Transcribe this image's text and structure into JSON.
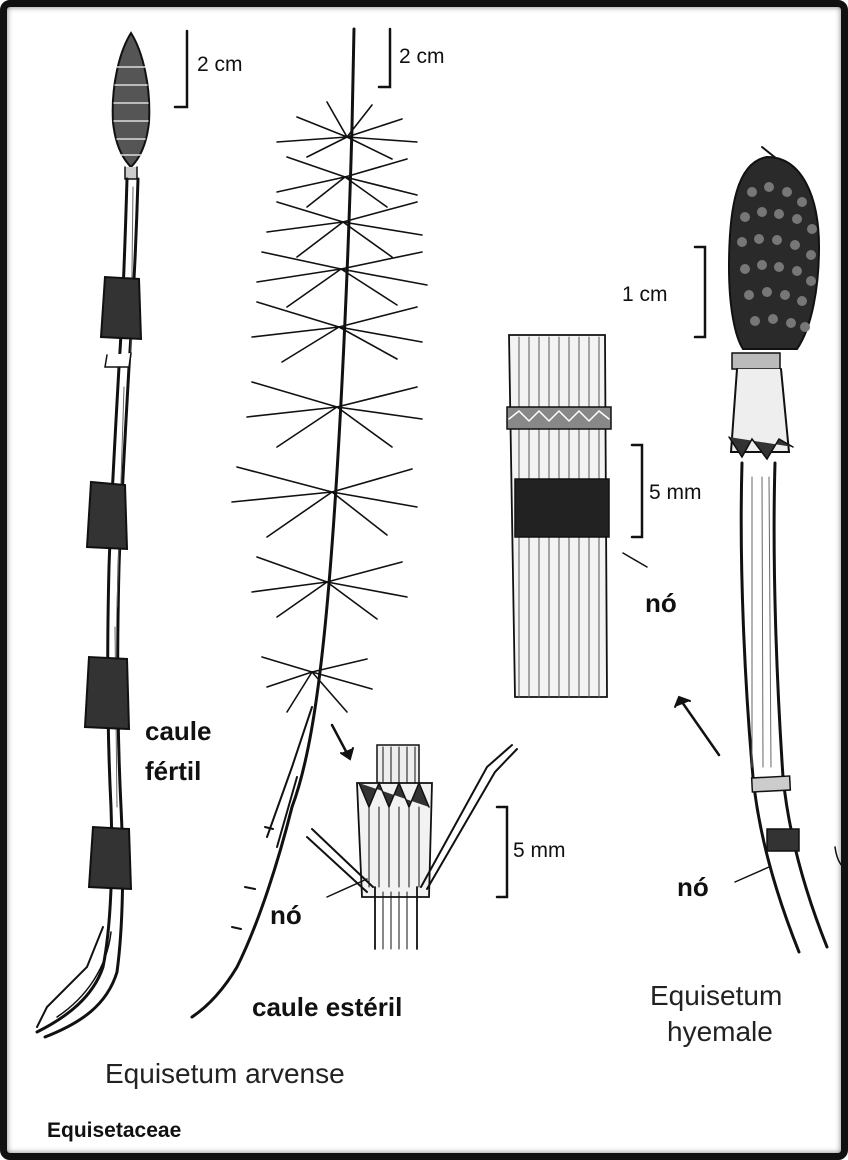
{
  "labels": {
    "scale_2cm_left": "2 cm",
    "scale_2cm_right": "2 cm",
    "scale_1cm": "1 cm",
    "scale_5mm_node": "5 mm",
    "scale_5mm_detail": "5 mm",
    "caule_fertil_line1": "caule",
    "caule_fertil_line2": "fértil",
    "caule_esteril": "caule estéril",
    "no_middle": "nó",
    "no_detail": "nó",
    "no_hyemale": "nó",
    "species_arvense": "Equisetum arvense",
    "species_hyemale_line1": "Equisetum",
    "species_hyemale_line2": "hyemale",
    "family": "Equisetaceae"
  },
  "colors": {
    "ink": "#111111",
    "background": "#ffffff",
    "stem_fill": "#e6e6e6"
  }
}
